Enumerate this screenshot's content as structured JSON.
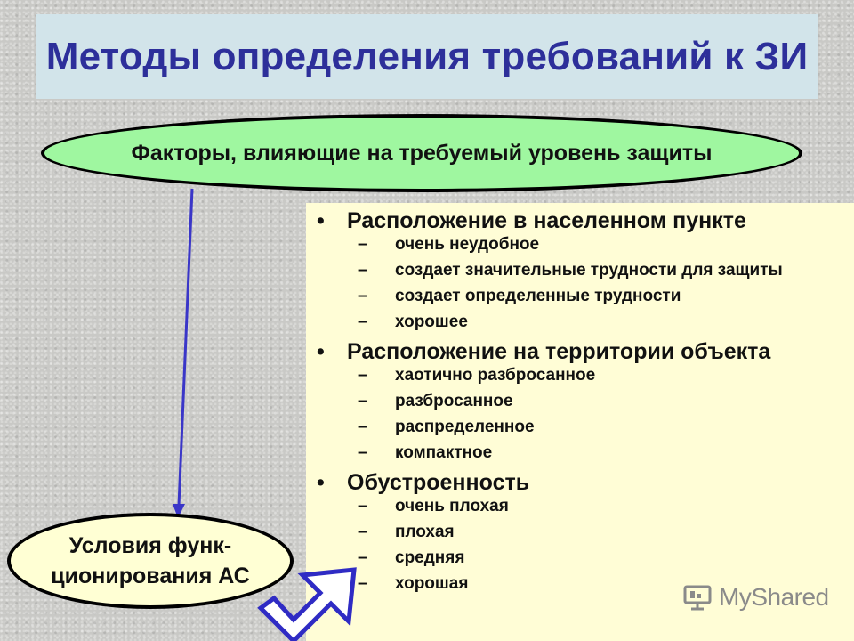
{
  "title": "Методы определения требований к ЗИ",
  "factors_label": "Факторы, влияющие на требуемый уровень защиты",
  "conditions_label_line1": "Условия функ-",
  "conditions_label_line2": "ционирования АС",
  "bullet_symbol": "•",
  "dash_symbol": "–",
  "sections": [
    {
      "heading": "Расположение в населенном пункте",
      "items": [
        "очень неудобное",
        "создает значительные трудности для защиты",
        "создает определенные трудности",
        "хорошее"
      ]
    },
    {
      "heading": "Расположение на территории объекта",
      "items": [
        "хаотично разбросанное",
        "разбросанное",
        "распределенное",
        "компактное"
      ]
    },
    {
      "heading": "Обустроенность",
      "items": [
        "очень плохая",
        "плохая",
        "средняя",
        "хорошая"
      ]
    }
  ],
  "watermark": "MyShared",
  "colors": {
    "title_text": "#2d2f9a",
    "title_bg": "#d2e4ea",
    "factors_ellipse": "#9ff7a0",
    "panel_bg": "#fffdd6",
    "connector": "#3a36c8",
    "arrow_fill": "#ffffff",
    "arrow_stroke": "#2f2bc4"
  }
}
